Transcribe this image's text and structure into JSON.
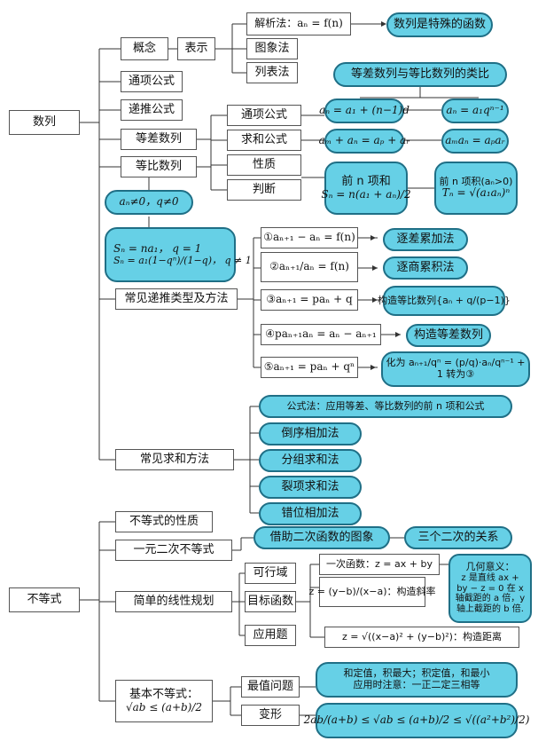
{
  "root": {
    "sequence": "数列",
    "inequality": "不等式"
  },
  "sequence": {
    "concept": "概念",
    "representation": "表示",
    "analytic": "解析法：aₙ = f(n)",
    "special_function": "数列是特殊的函数",
    "graph": "图象法",
    "table": "列表法",
    "general_formula": "通项公式",
    "recursive_formula": "递推公式",
    "arithmetic": "等差数列",
    "geometric": "等比数列",
    "cond": "aₙ≠0，q≠0",
    "props": [
      "通项公式",
      "求和公式",
      "性质",
      "判断"
    ],
    "analogy": "等差数列与等比数列的类比",
    "arith_general": "aₙ = a₁ + (n−1)d",
    "geo_general": "aₙ = a₁qⁿ⁻¹",
    "arith_prop": "aₘ + aₙ = aₚ + aᵣ",
    "geo_prop": "aₘaₙ = aₚaᵣ",
    "arith_sum_line1": "前 n 项和",
    "arith_sum_line2": "Sₙ = n(a₁ + aₙ)/2",
    "geo_prod_line1": "前 n 项积(aₙ>0)",
    "geo_prod_line2": "Tₙ = √(a₁aₙ)ⁿ",
    "geo_sum_case1": "Sₙ = na₁， q = 1",
    "geo_sum_case2": "Sₙ = a₁(1−qⁿ)/(1−q)， q ≠ 1",
    "recursion_types": "常见递推类型及方法",
    "recursions": [
      {
        "formula": "①aₙ₊₁ − aₙ = f(n)",
        "method": "逐差累加法"
      },
      {
        "formula": "②aₙ₊₁/aₙ = f(n)",
        "method": "逐商累积法"
      },
      {
        "formula": "③aₙ₊₁ = paₙ + q",
        "method": "构造等比数列{aₙ + q/(p−1)}"
      },
      {
        "formula": "④paₙ₊₁aₙ = aₙ − aₙ₊₁",
        "method": "构造等差数列"
      },
      {
        "formula": "⑤aₙ₊₁ = paₙ + qⁿ",
        "method": "化为 aₙ₊₁/qⁿ = (p/q)·aₙ/qⁿ⁻¹ + 1 转为③"
      }
    ],
    "sum_methods_title": "常见求和方法",
    "sum_methods": [
      "公式法：应用等差、等比数列的前 n 项和公式",
      "倒序相加法",
      "分组求和法",
      "裂项求和法",
      "错位相加法"
    ]
  },
  "inequality": {
    "properties": "不等式的性质",
    "quadratic": "一元二次不等式",
    "quad_graph": "借助二次函数的图象",
    "three_quadratics": "三个二次的关系",
    "linear_prog": "简单的线性规划",
    "feasible": "可行域",
    "objective": "目标函数",
    "application": "应用题",
    "linear_func": "一次函数：z = ax + by",
    "slope": "z = (y−b)/(x−a)：构造斜率",
    "distance": "z = √((x−a)² + (y−b)²)：构造距离",
    "geo_meaning_title": "几何意义：",
    "geo_meaning_body": "z 是直线 ax + by − z = 0 在 x 轴截距的 a 倍，y 轴上截距的 b 倍.",
    "basic_title": "基本不等式：",
    "basic_formula": "√ab ≤ (a+b)/2",
    "extreme": "最值问题",
    "transform": "变形",
    "extreme_note_1": "和定值，积最大；积定值，和最小",
    "extreme_note_2": "应用时注意：一正二定三相等",
    "chain": "2ab/(a+b) ≤ √ab ≤ (a+b)/2 ≤ √((a²+b²)/2)"
  }
}
